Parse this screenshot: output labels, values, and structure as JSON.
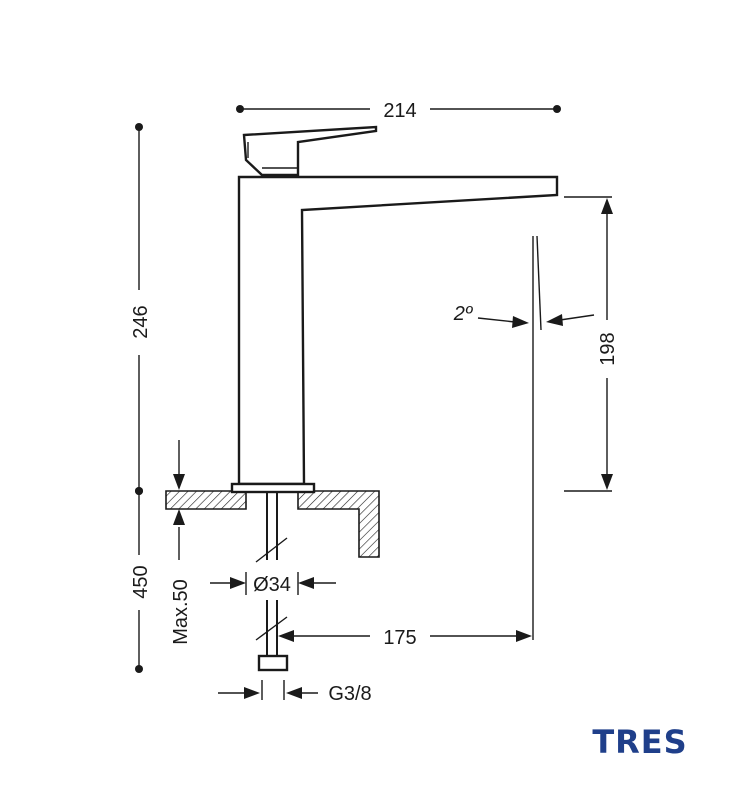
{
  "dimensions": {
    "width_top": "214",
    "height_total": "246",
    "spout_height": "198",
    "angle": "2º",
    "mount_depth": "450",
    "max_thickness": "Max.50",
    "hole_diameter": "Ø34",
    "spout_reach": "175",
    "thread": "G3/8"
  },
  "brand": {
    "logo_text": "TRES",
    "color": "#1f3f8a"
  },
  "colors": {
    "line": "#1a1a1a",
    "background": "#ffffff"
  }
}
